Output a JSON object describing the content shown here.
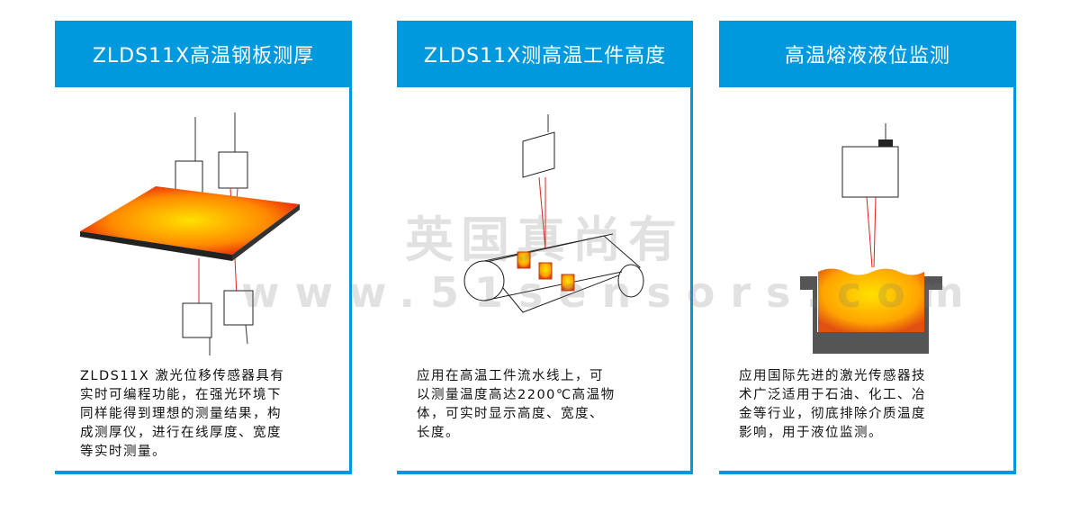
{
  "cards": [
    {
      "title": "ZLDS11X高温钢板测厚",
      "description": " ZLDS11X 激光位移传感器具有\n实时可编程功能，在强光环境下\n同样能得到理想的测量结果，构\n成测厚仪，进行在线厚度、宽度\n等实时测量。"
    },
    {
      "title": "ZLDS11X测高温工件高度",
      "description": "应用在高温工件流水线上，可\n以测量温度高达2200℃高温物\n体，可实时显示高度、宽度、\n长度。"
    },
    {
      "title": "高温熔液液位监测",
      "description": "应用国际先进的激光传感器技\n术广泛适用于石油、化工、冶\n金等行业，彻底排除介质温度\n影响，用于液位监测。"
    }
  ],
  "watermark": {
    "brand": "英国真尚有",
    "url": "www.51sensors.com"
  },
  "colors": {
    "accent": "#0099dd",
    "laser": "#e02020",
    "hot": "#ffcc00"
  }
}
